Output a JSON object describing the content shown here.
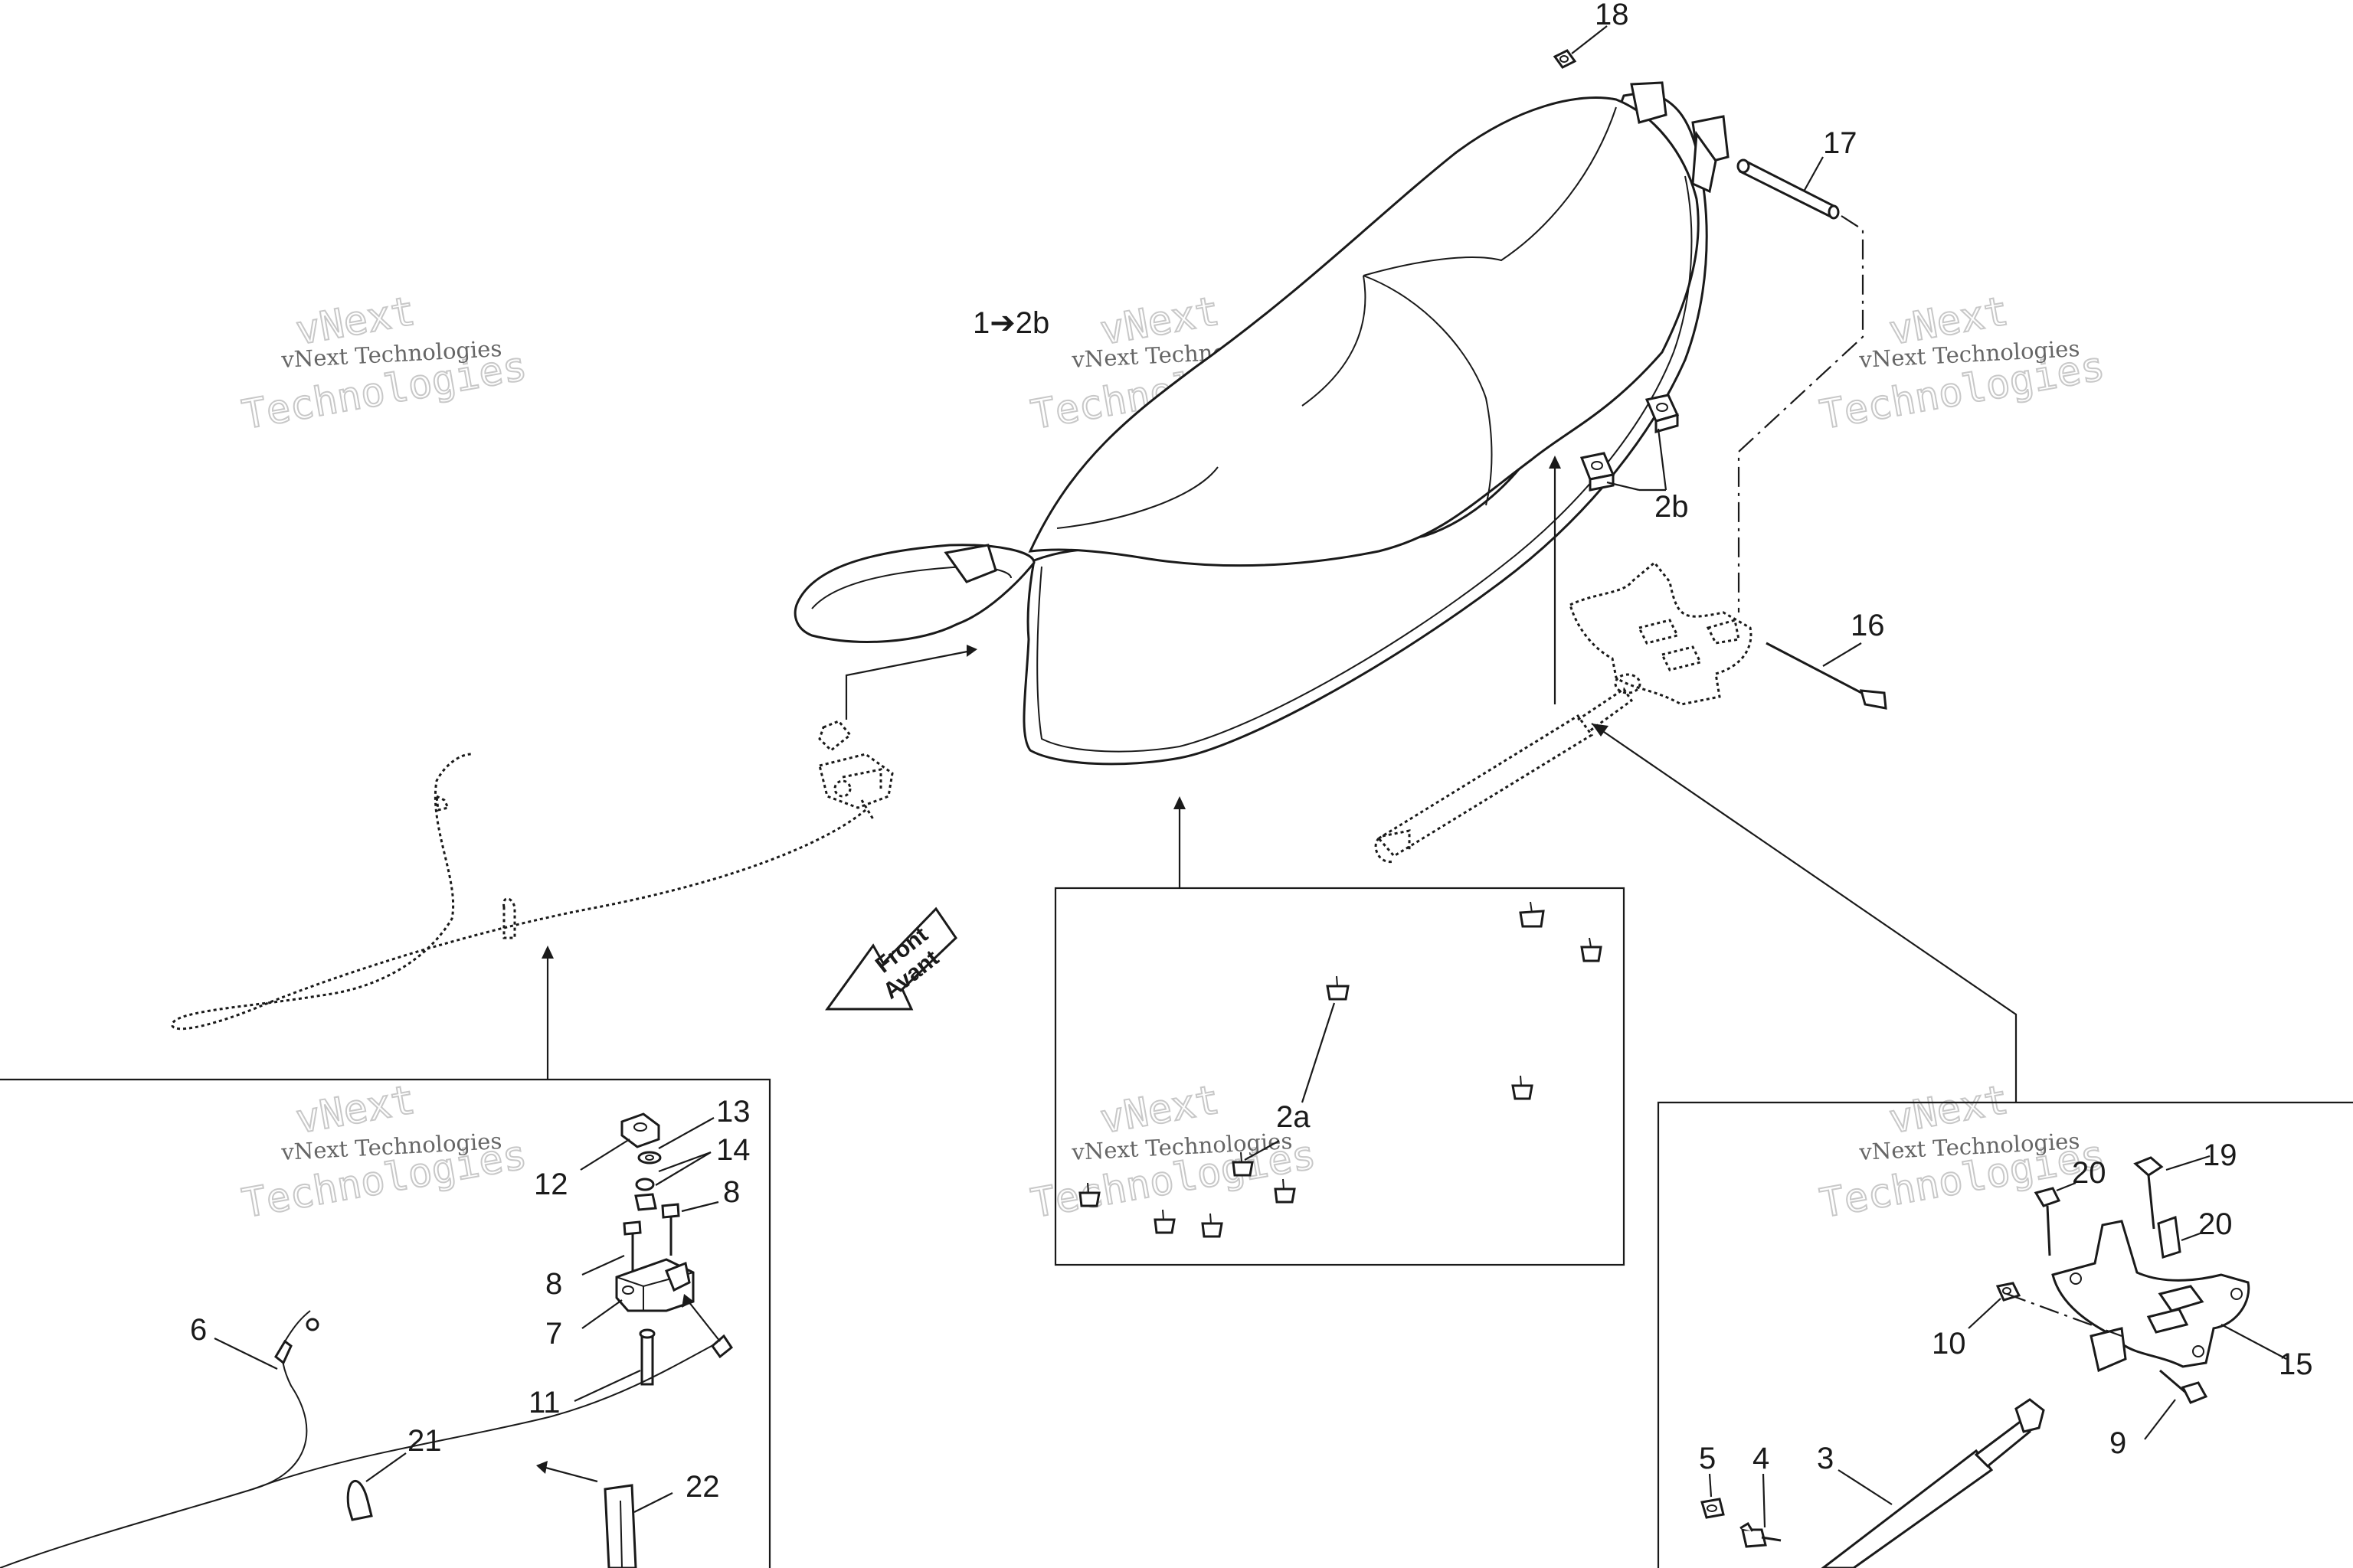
{
  "callouts": [
    {
      "id": "c18",
      "text": "18"
    },
    {
      "id": "c17",
      "text": "17"
    },
    {
      "id": "c1-2b",
      "text": "1➔2b"
    },
    {
      "id": "c2b",
      "text": "2b"
    },
    {
      "id": "c16",
      "text": "16"
    },
    {
      "id": "c13",
      "text": "13"
    },
    {
      "id": "c14",
      "text": "14"
    },
    {
      "id": "c12",
      "text": "12"
    },
    {
      "id": "c8a",
      "text": "8"
    },
    {
      "id": "c8b",
      "text": "8"
    },
    {
      "id": "c7",
      "text": "7"
    },
    {
      "id": "c6",
      "text": "6"
    },
    {
      "id": "c11",
      "text": "11"
    },
    {
      "id": "c21",
      "text": "21"
    },
    {
      "id": "c22",
      "text": "22"
    },
    {
      "id": "c2a",
      "text": "2a"
    },
    {
      "id": "c19",
      "text": "19"
    },
    {
      "id": "c20a",
      "text": "20"
    },
    {
      "id": "c20b",
      "text": "20"
    },
    {
      "id": "c10",
      "text": "10"
    },
    {
      "id": "c15",
      "text": "15"
    },
    {
      "id": "c9",
      "text": "9"
    },
    {
      "id": "c5",
      "text": "5"
    },
    {
      "id": "c4",
      "text": "4"
    },
    {
      "id": "c3",
      "text": "3"
    }
  ],
  "front_arrow": {
    "line1": "Front",
    "line2": "Avant"
  },
  "watermark": {
    "small": "vNext Technologies",
    "large_top": "vNext",
    "large_bottom": "Technologies"
  }
}
